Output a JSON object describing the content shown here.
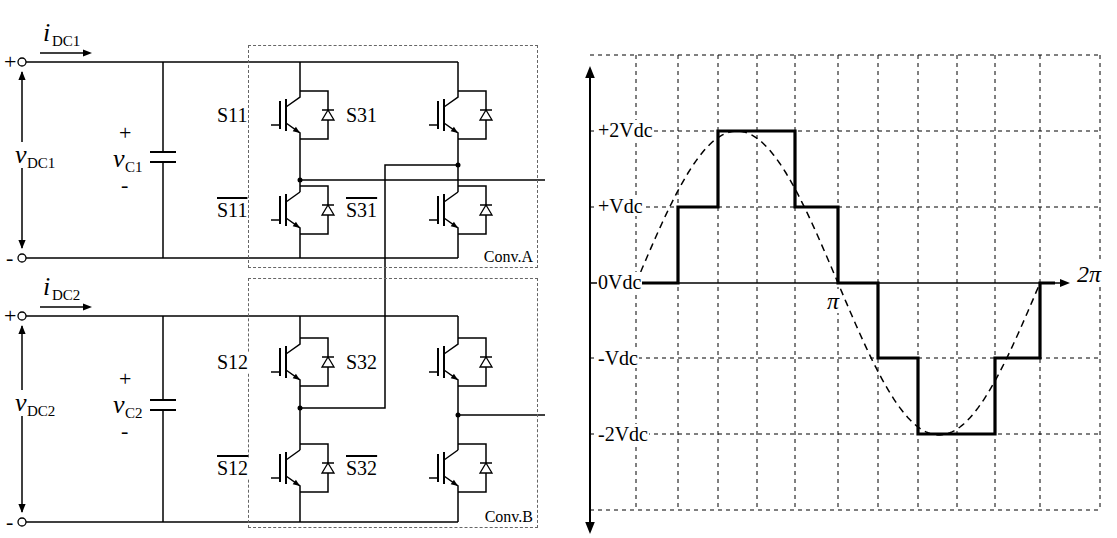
{
  "diagram": {
    "nodes": [
      {
        "text": [
          "Conv.A"
        ]
      },
      {
        "text": [
          "Conv.B"
        ]
      }
    ],
    "edges": [
      {
        "from": 0,
        "to": 1,
        "arrow": "none"
      }
    ],
    "labels": [
      "+",
      "i",
      "DC1",
      "v",
      "DC1",
      "+",
      "v",
      "C1",
      "-",
      "-",
      "S11",
      "S31",
      "S11",
      "S31",
      "i",
      "DC2",
      "+",
      "v",
      "DC2",
      "+",
      "v",
      "C2",
      "-",
      "-",
      "S12",
      "S32",
      "S12",
      "S32",
      "+2Vdc",
      "+Vdc",
      "0Vdc",
      "-Vdc",
      "-2Vdc",
      "π",
      "2π"
    ]
  }
}
